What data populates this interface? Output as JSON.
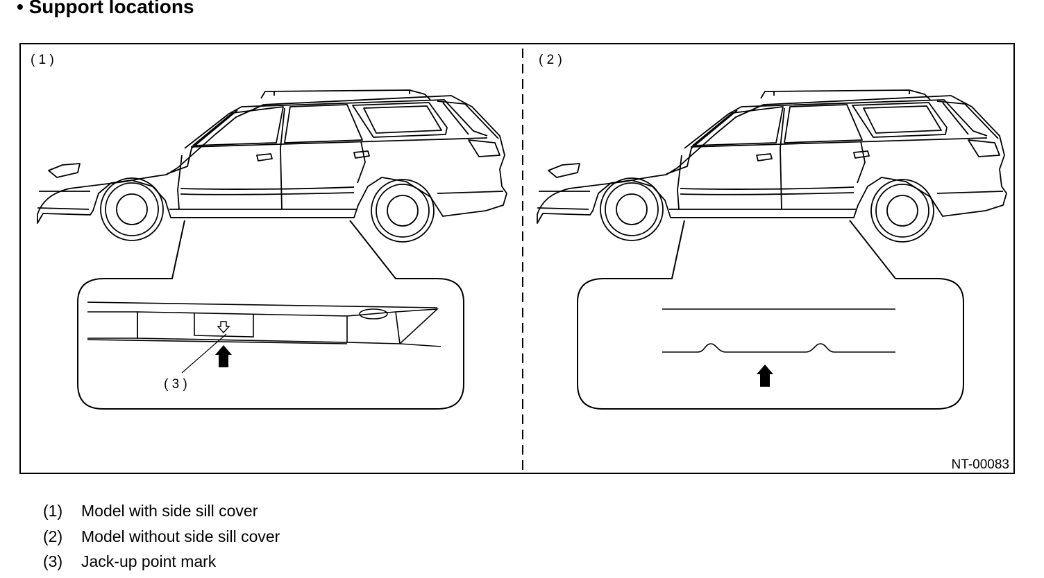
{
  "title": "• Support locations",
  "figure": {
    "panel1_label": "( 1 )",
    "panel2_label": "( 2 )",
    "callout_label": "( 3 )",
    "figure_id": "NT-00083"
  },
  "legend": [
    {
      "num": "(1)",
      "text": "Model with side sill cover"
    },
    {
      "num": "(2)",
      "text": "Model without side sill cover"
    },
    {
      "num": "(3)",
      "text": "Jack-up point mark"
    }
  ]
}
